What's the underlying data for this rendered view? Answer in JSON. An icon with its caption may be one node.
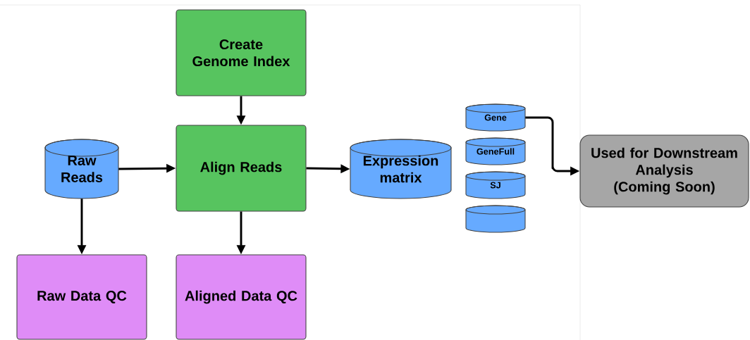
{
  "diagram": {
    "nodes": [
      {
        "text": [
          "Create Genome Index"
        ]
      },
      {
        "text": [
          "Raw Reads"
        ]
      },
      {
        "text": [
          "Align Reads"
        ]
      },
      {
        "text": [
          "Expression matrix"
        ]
      },
      {
        "text": [
          "Gene"
        ]
      },
      {
        "text": [
          "GeneFull"
        ]
      },
      {
        "text": [
          "SJ"
        ]
      },
      {
        "text": [],
        "shape": "cylinder"
      },
      {
        "text": [
          "Used for Downstream Analysis (Coming Soon)"
        ]
      },
      {
        "text": [
          "Raw Data QC"
        ]
      },
      {
        "text": [
          "Aligned Data QC"
        ]
      }
    ],
    "edges": [
      {
        "from": 0,
        "to": 2,
        "arrow": "to"
      },
      {
        "from": 1,
        "to": 2,
        "arrow": "to"
      },
      {
        "from": 2,
        "to": 3,
        "arrow": "to"
      },
      {
        "from": 4,
        "to": 8,
        "arrow": "to"
      },
      {
        "from": 1,
        "to": 9,
        "arrow": "to"
      },
      {
        "from": 2,
        "to": 10,
        "arrow": "to"
      }
    ]
  }
}
